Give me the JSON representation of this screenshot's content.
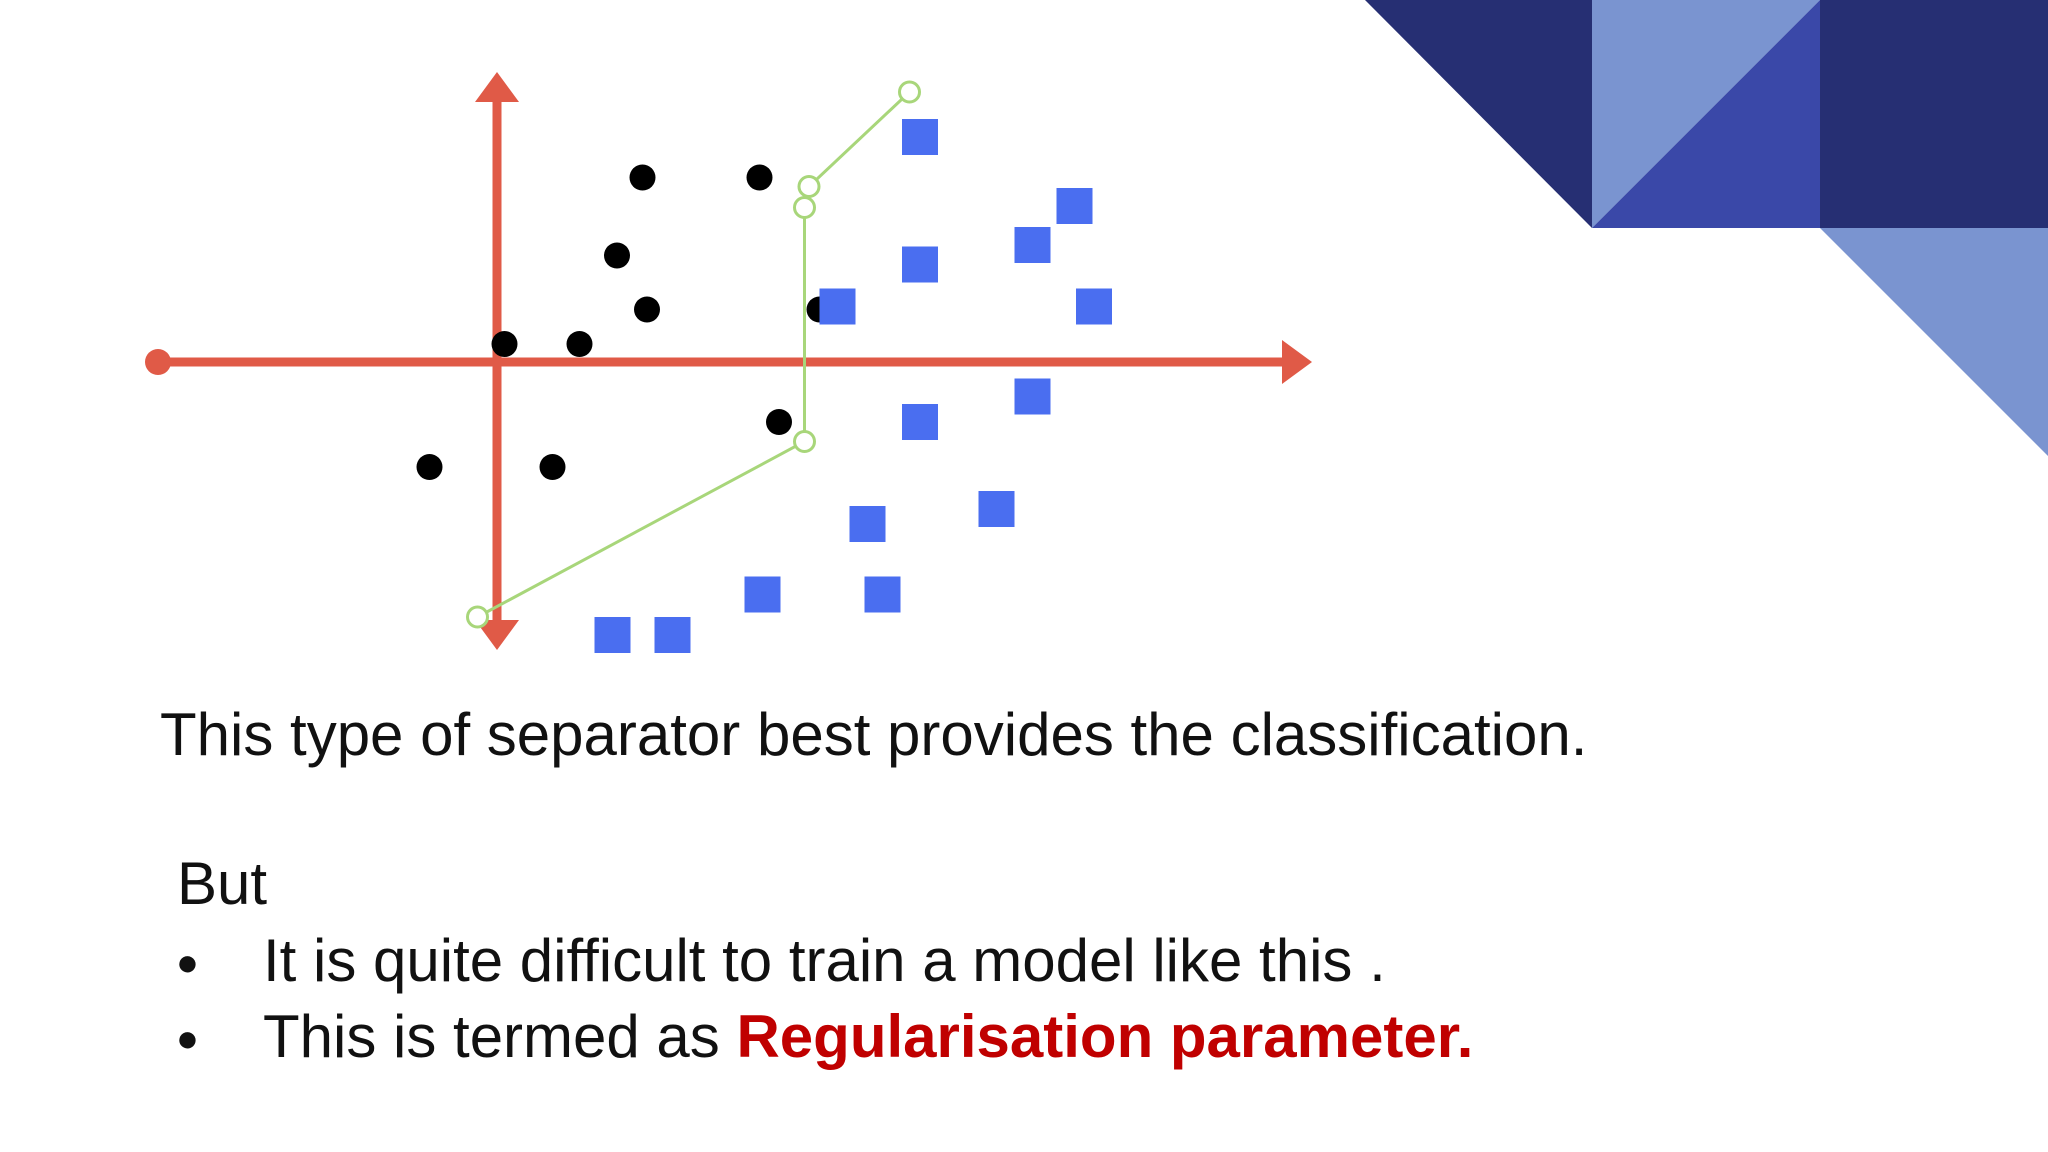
{
  "slide": {
    "caption": "This type of separator best provides the classification.",
    "but": "But",
    "bullets": [
      {
        "text": "It is quite difficult to train a model like this ."
      },
      {
        "prefix": "This is termed as ",
        "emphasis": "Regularisation parameter."
      }
    ],
    "bullet_glyph": "●"
  },
  "colors": {
    "axis": "#e05a47",
    "separator": "#a8d67a",
    "class_a": "#000000",
    "class_b": "#4a6ef0",
    "emphasis": "#c00000",
    "decor_dark": "#262f73",
    "decor_mid": "#3a48a8",
    "decor_light": "#7a94d0"
  },
  "diagram": {
    "class_a_points": [
      [
        0.97,
        1.23
      ],
      [
        1.75,
        1.23
      ],
      [
        0.8,
        0.71
      ],
      [
        1.0,
        0.35
      ],
      [
        2.15,
        0.35
      ],
      [
        0.05,
        0.12
      ],
      [
        0.55,
        0.12
      ],
      [
        1.88,
        -0.4
      ],
      [
        -0.45,
        -0.7
      ],
      [
        0.37,
        -0.7
      ]
    ],
    "class_b_points": [
      [
        2.82,
        1.5
      ],
      [
        3.85,
        1.04
      ],
      [
        3.57,
        0.78
      ],
      [
        2.82,
        0.65
      ],
      [
        2.27,
        0.37
      ],
      [
        3.98,
        0.37
      ],
      [
        3.57,
        -0.23
      ],
      [
        2.82,
        -0.4
      ],
      [
        3.33,
        -0.98
      ],
      [
        2.47,
        -1.08
      ],
      [
        1.77,
        -1.55
      ],
      [
        2.57,
        -1.55
      ],
      [
        0.77,
        -1.82
      ],
      [
        1.17,
        -1.82
      ]
    ],
    "separator": [
      [
        2.75,
        1.8
      ],
      [
        2.08,
        1.17
      ],
      [
        2.05,
        1.03
      ],
      [
        2.05,
        -0.53
      ],
      [
        -0.13,
        -1.7
      ]
    ]
  }
}
